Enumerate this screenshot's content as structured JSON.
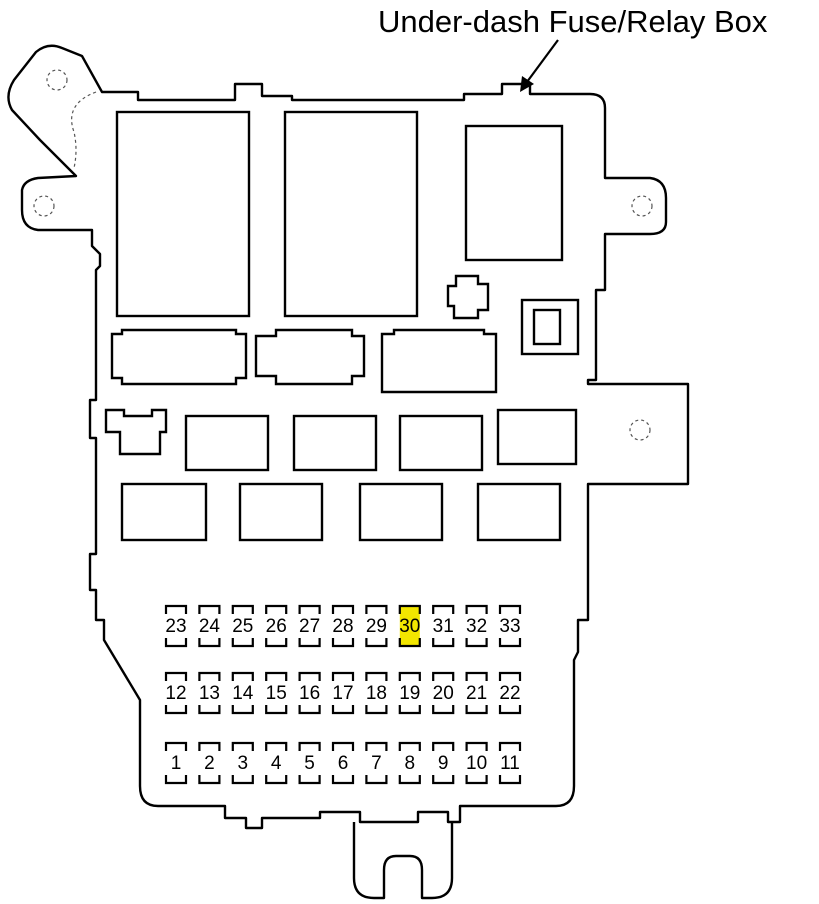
{
  "title": "Under-dash Fuse/Relay Box",
  "highlight_color": "#f2e600",
  "highlighted_fuse": "30",
  "fuse_rows": [
    [
      "23",
      "24",
      "25",
      "26",
      "27",
      "28",
      "29",
      "30",
      "31",
      "32",
      "33"
    ],
    [
      "12",
      "13",
      "14",
      "15",
      "16",
      "17",
      "18",
      "19",
      "20",
      "21",
      "22"
    ],
    [
      "1",
      "2",
      "3",
      "4",
      "5",
      "6",
      "7",
      "8",
      "9",
      "10",
      "11"
    ]
  ]
}
